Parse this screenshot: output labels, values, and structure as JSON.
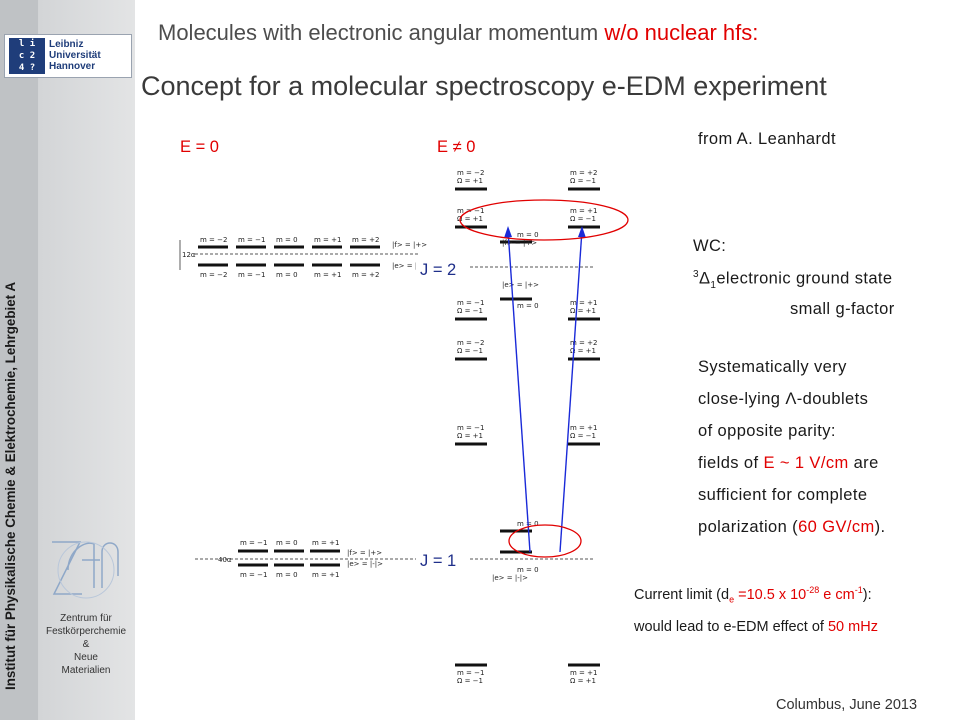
{
  "sidebar": {
    "logo": {
      "grid": [
        "l i",
        "c 2",
        "4 ?"
      ],
      "lines": [
        "Leibniz",
        "Universität",
        "Hannover"
      ]
    },
    "vertical_caption": "Institut für Physikalische Chemie & Elektrochemie, Lehrgebiet A",
    "zfm_caption": [
      "Zentrum für",
      "Festkörperchemie",
      "&",
      "Neue",
      "Materialien"
    ]
  },
  "header": {
    "title_line1_plain": "Molecules with electronic angular momentum ",
    "title_line1_red": "w/o nuclear hfs:",
    "title_line2": "Concept for a molecular spectroscopy e-EDM experiment"
  },
  "diagram": {
    "field_zero": "E = 0",
    "field_nonzero": "E ≠ 0",
    "j2_label": "J = 2",
    "j1_label": "J = 1",
    "left_j2_splitting": "12α",
    "left_j1_splitting": "40α",
    "left_j2_m_values": [
      "m = −2",
      "m = −1",
      "m = 0",
      "m = +1",
      "m = +2"
    ],
    "left_j1_m_values": [
      "m = −1",
      "m = 0",
      "m = +1"
    ],
    "parity_upper": "|f> = |+>",
    "parity_lower": "|e> = |+:",
    "parity_j1_upper": "|f> = |+>",
    "parity_j1_lower": "|e> = |-|>",
    "mid_parity_upper": "|f> = |+>",
    "mid_parity_lower": "|e> = |+>",
    "labels": {
      "m_m2": "m = −2",
      "m_m1": "m = −1",
      "m_0": "m = 0",
      "m_p1": "m = +1",
      "m_p2": "m = +2",
      "om_p1": "Ω = +1",
      "om_m1": "Ω = −1"
    },
    "colors": {
      "circle": "#e10000",
      "arrow": "#1a2ad8"
    }
  },
  "notes": {
    "source": "from A. Leanhardt",
    "wc_label": "WC:",
    "wc_state_sup": "3",
    "wc_state_main": "Δ",
    "wc_state_sub": "1",
    "wc_state_rest": "electronic ground state",
    "wc_g": "small g-factor",
    "sys_lines": [
      "Systematically very",
      "close-lying Λ-doublets",
      "of opposite parity:"
    ],
    "fields_pre": "fields of ",
    "fields_red": "E ~ 1 V/cm",
    "fields_post": " are",
    "sufficient": "sufficient for complete",
    "polar_pre": "polarization (",
    "polar_red": "60 GV/cm",
    "polar_post": ").",
    "current_pre": "Current limit (d",
    "current_sub": "e",
    "current_red1": " =10.5 x 10",
    "current_sup1": "-28",
    "current_red2": " e cm",
    "current_sup2": "-1",
    "current_post": "):",
    "effect_pre": "would lead to e-EDM effect of ",
    "effect_red": "50 mHz"
  },
  "footer": "Columbus, June 2013"
}
